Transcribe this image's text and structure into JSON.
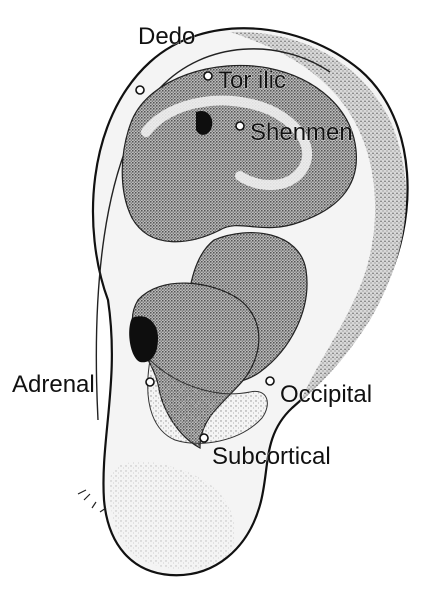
{
  "diagram": {
    "labels": {
      "dedo": "Dedo",
      "toraic": "Tor ilic",
      "shenmen": "Shenmen",
      "adrenal": "Adrenal",
      "occipital": "Occipital",
      "subcortical": "Subcortical"
    },
    "colors": {
      "ink": "#111111",
      "paper": "#ffffff",
      "stipple": "#9a9a9a",
      "stipple_dark": "#4a4a4a"
    }
  }
}
